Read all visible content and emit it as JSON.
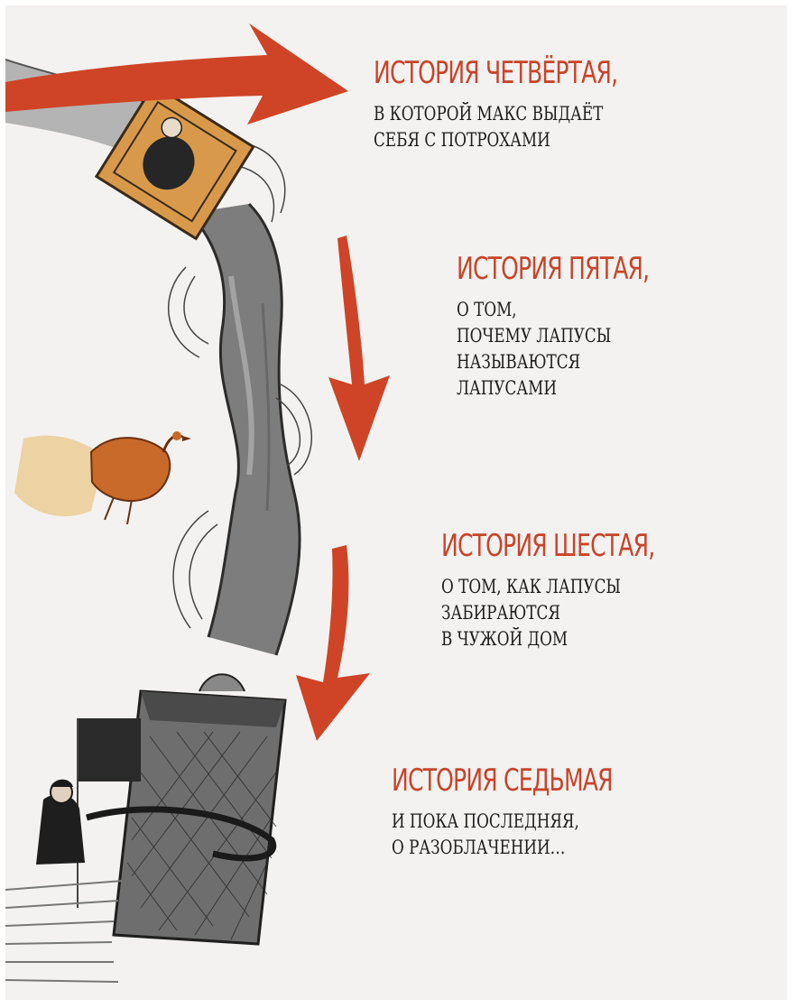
{
  "stories": [
    {
      "title": "ИСТОРИЯ ЧЕТВЁРТАЯ,",
      "lines": [
        "В КОТОРОЙ МАКС ВЫДАЁТ",
        "СЕБЯ С ПОТРОХАМИ"
      ]
    },
    {
      "title": "ИСТОРИЯ ПЯТАЯ,",
      "lines": [
        "О ТОМ,",
        "ПОЧЕМУ ЛАПУСЫ",
        "НАЗЫВАЮТСЯ",
        "ЛАПУСАМИ"
      ]
    },
    {
      "title": "ИСТОРИЯ ШЕСТАЯ,",
      "lines": [
        "О ТОМ, КАК ЛАПУСЫ",
        "ЗАБИРАЮТСЯ",
        "В ЧУЖОЙ ДОМ"
      ]
    },
    {
      "title": "ИСТОРИЯ СЕДЬМАЯ",
      "lines": [
        "И ПОКА ПОСЛЕДНЯЯ,",
        "О РАЗОБЛАЧЕНИИ…"
      ]
    }
  ],
  "colors": {
    "accent": "#c8442a",
    "text": "#1e1e1e",
    "paper": "#f3f2f0",
    "ink": "#3a3a3a",
    "ochre": "#d89a4a"
  }
}
